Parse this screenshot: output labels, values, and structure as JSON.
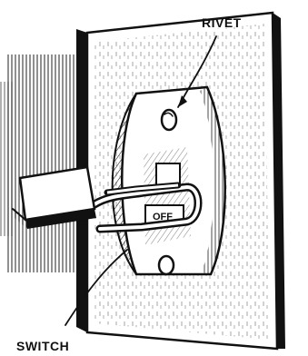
{
  "labels": {
    "rivet": "RIVET",
    "switch": "SWITCH",
    "toggle_text": "OFF"
  },
  "colors": {
    "ink": "#111111",
    "paper": "#ffffff"
  }
}
